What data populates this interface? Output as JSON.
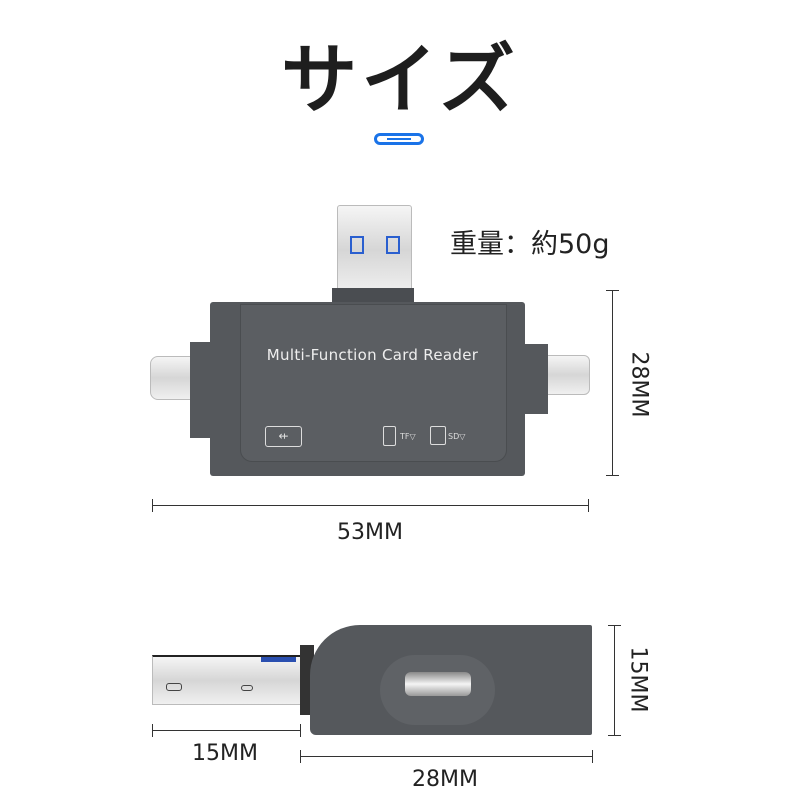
{
  "title": "サイズ",
  "weight": "重量：約50g",
  "device": {
    "label": "Multi-Function Card Reader",
    "tf_label": "TF▽",
    "sd_label": "SD▽"
  },
  "dimensions": {
    "front_height": "28MM",
    "front_width": "53MM",
    "side_height": "15MM",
    "side_usb_length": "15MM",
    "side_body_length": "28MM"
  },
  "colors": {
    "accent": "#1a73e8",
    "body": "#55585c"
  }
}
